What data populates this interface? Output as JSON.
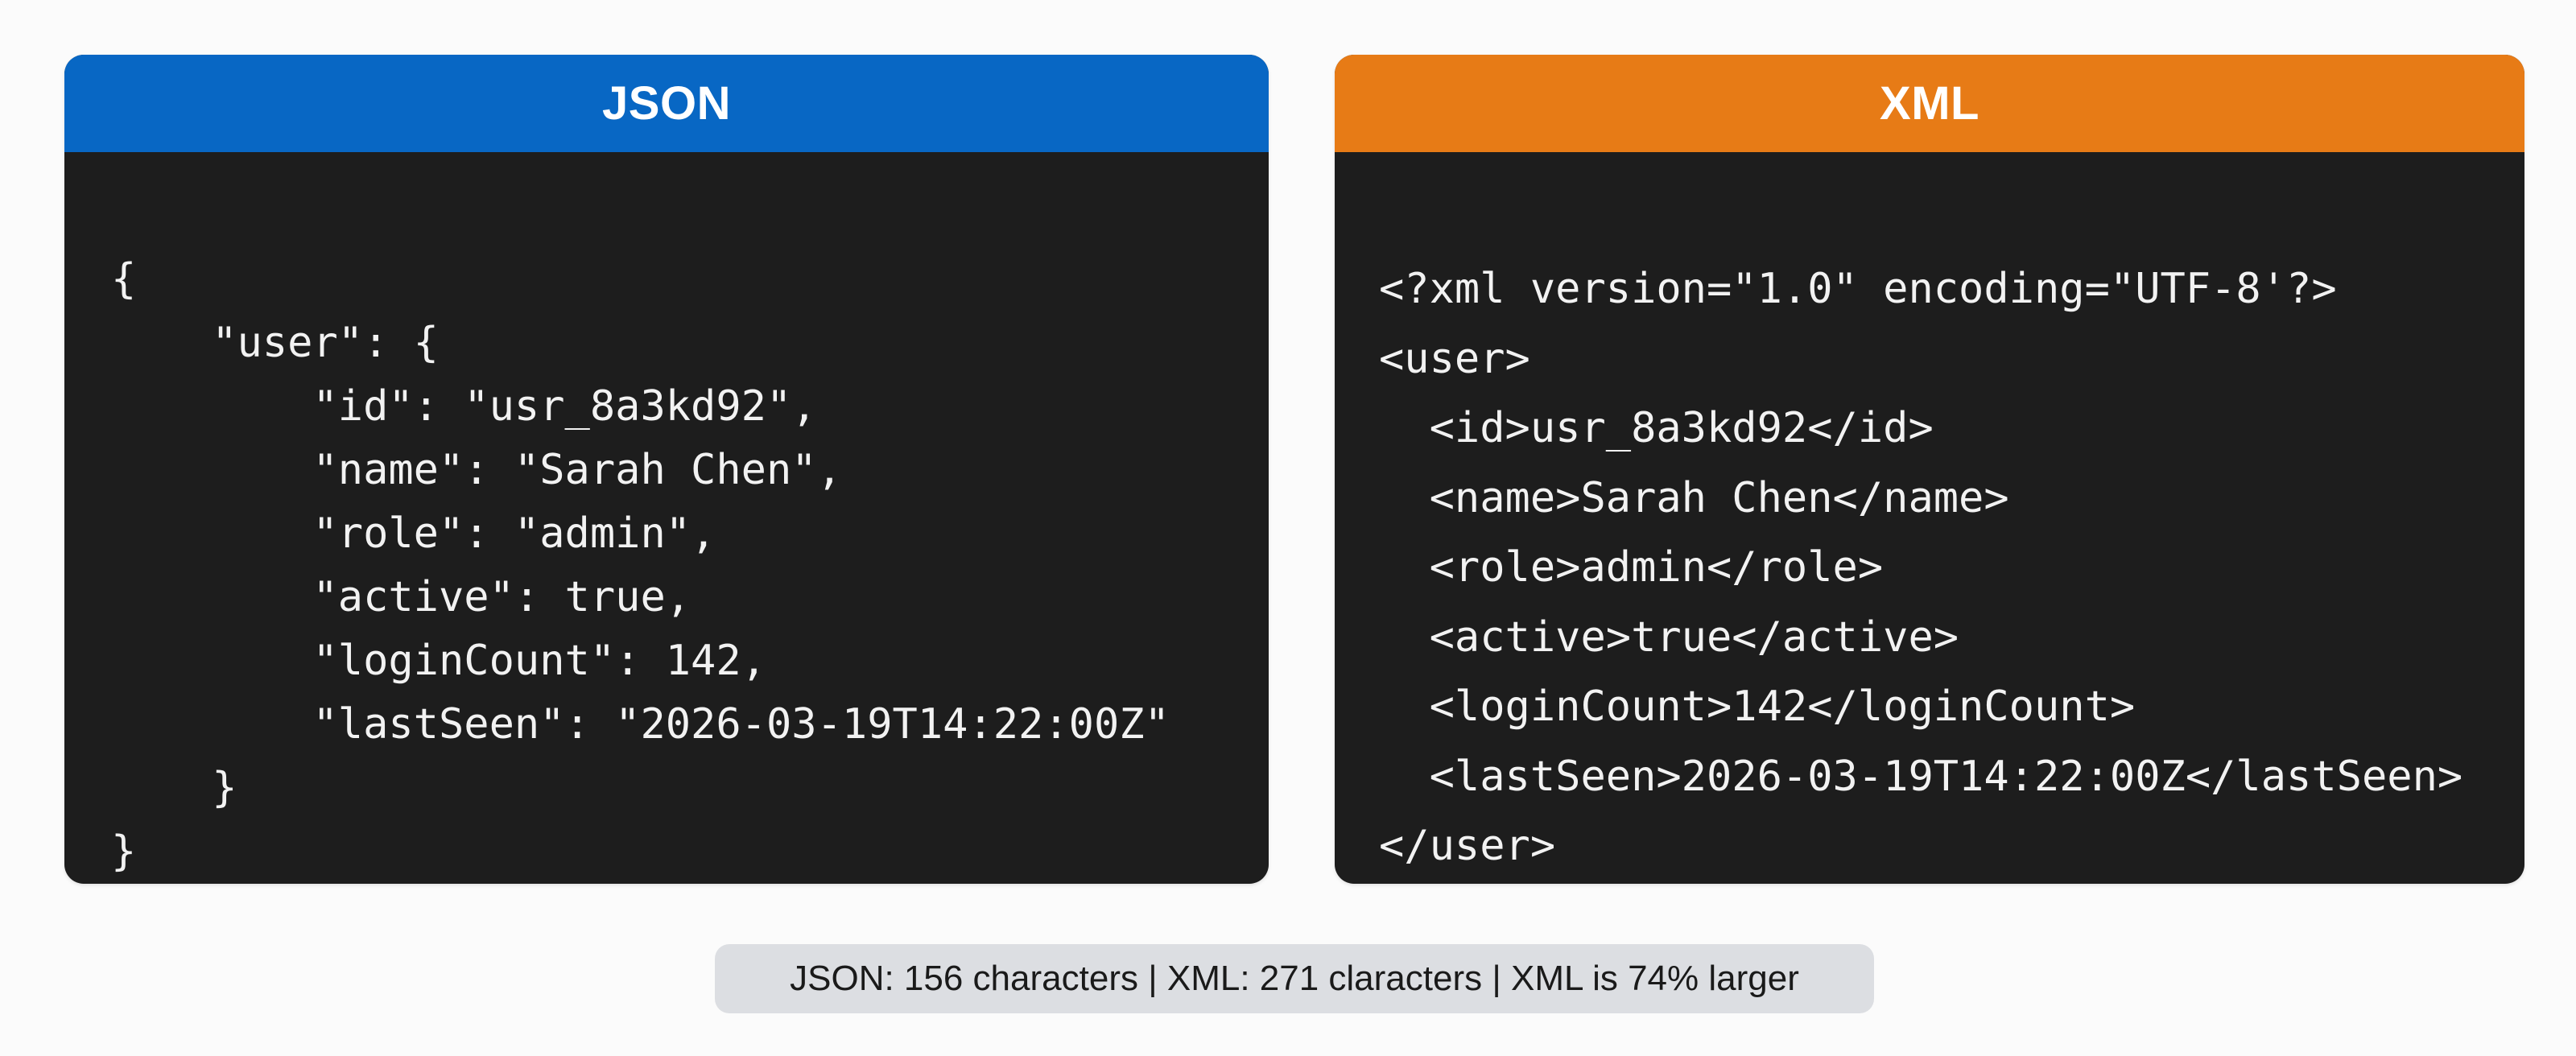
{
  "panels": {
    "json": {
      "title": "JSON",
      "header_color": "#0867c4",
      "lines": [
        "{",
        "    \"user\": {",
        "        \"id\": \"usr_8a3kd92\",",
        "        \"name\": \"Sarah Chen\",",
        "        \"role\": \"admin\",",
        "        \"active\": true,",
        "        \"loginCount\": 142,",
        "        \"lastSeen\": \"2026-03-19T14:22:00Z\"",
        "    }",
        "}"
      ]
    },
    "xml": {
      "title": "XML",
      "header_color": "#e77b16",
      "lines": [
        "<?xml version=\"1.0\" encoding=\"UTF-8'?>",
        "<user>",
        "  <id>usr_8a3kd92</id>",
        "  <name>Sarah Chen</name>",
        "  <role>admin</role>",
        "  <active>true</active>",
        "  <loginCount>142</loginCount>",
        "  <lastSeen>2026-03-19T14:22:00Z</lastSeen>",
        "</user>"
      ]
    }
  },
  "stats": {
    "text": "JSON: 156 characters | XML: 271 claracters | XML is 74% larger",
    "json_chars": 156,
    "xml_chars": 271,
    "xml_larger_percent": "74%"
  }
}
